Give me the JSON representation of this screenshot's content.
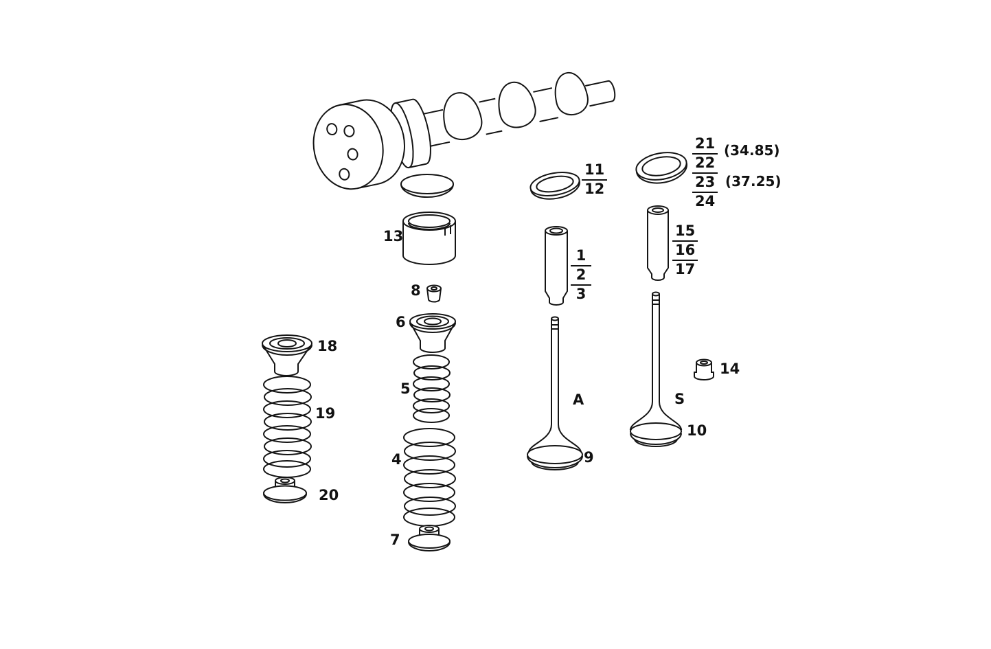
{
  "diagram": {
    "background": "#ffffff",
    "ink": "#141414"
  },
  "callouts": {
    "bucket_tappet": "13",
    "valve_cap": "8",
    "upper_retainer": "6",
    "inner_spring": "5",
    "outer_spring": "4",
    "lower_seat": "7",
    "left_retainer": "18",
    "left_spring": "19",
    "left_seat": "20",
    "intake_valve": "9",
    "exhaust_valve": "10",
    "stem_seal": "14",
    "intake_letter": "A",
    "exhaust_letter": "S"
  },
  "stacks": {
    "intake_seal": [
      "11",
      "12"
    ],
    "intake_guide": [
      "1",
      "2",
      "3"
    ],
    "seat_rings": [
      "21",
      "22",
      "23",
      "24"
    ],
    "exhaust_guide": [
      "15",
      "16",
      "17"
    ]
  },
  "dimensions": {
    "seat_small": "(34.85)",
    "seat_large": "(37.25)"
  }
}
